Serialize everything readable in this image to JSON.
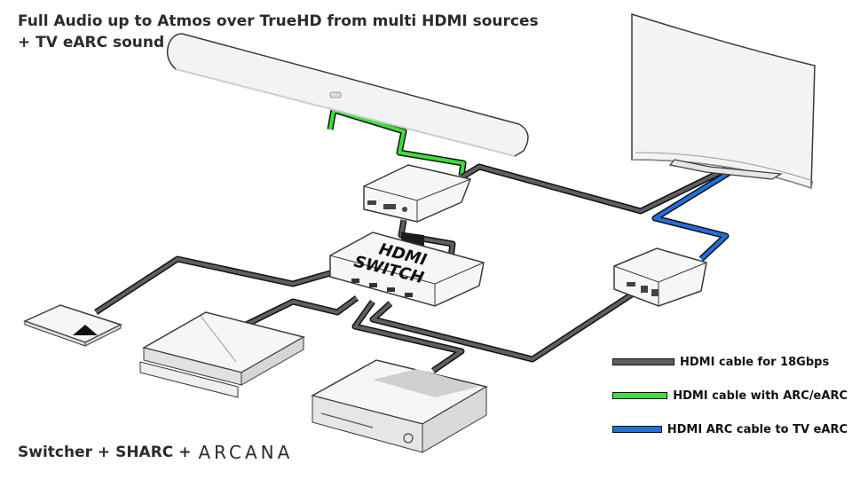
{
  "title_lines": [
    "Full Audio up to Atmos over TrueHD from multi HDMI sources",
    "+ TV eARC sound"
  ],
  "footer": {
    "text": "Switcher + SHARC +",
    "brand": "ARCANA"
  },
  "switch_label": {
    "line1": "HDMI",
    "line2": "SWITCH"
  },
  "legend": [
    {
      "label": "HDMI cable for 18Gbps",
      "color": "#5f5f5f"
    },
    {
      "label": "HDMI cable with ARC/eARC",
      "color": "#3ce03c"
    },
    {
      "label": "HDMI ARC cable to TV eARC",
      "color": "#1f6fe0"
    }
  ],
  "colors": {
    "cable_18g": "#5f5f5f",
    "cable_arc": "#3ce03c",
    "cable_earc": "#1f6fe0",
    "device_fill": "#f4f4f4",
    "outline": "#3a3a3a"
  }
}
